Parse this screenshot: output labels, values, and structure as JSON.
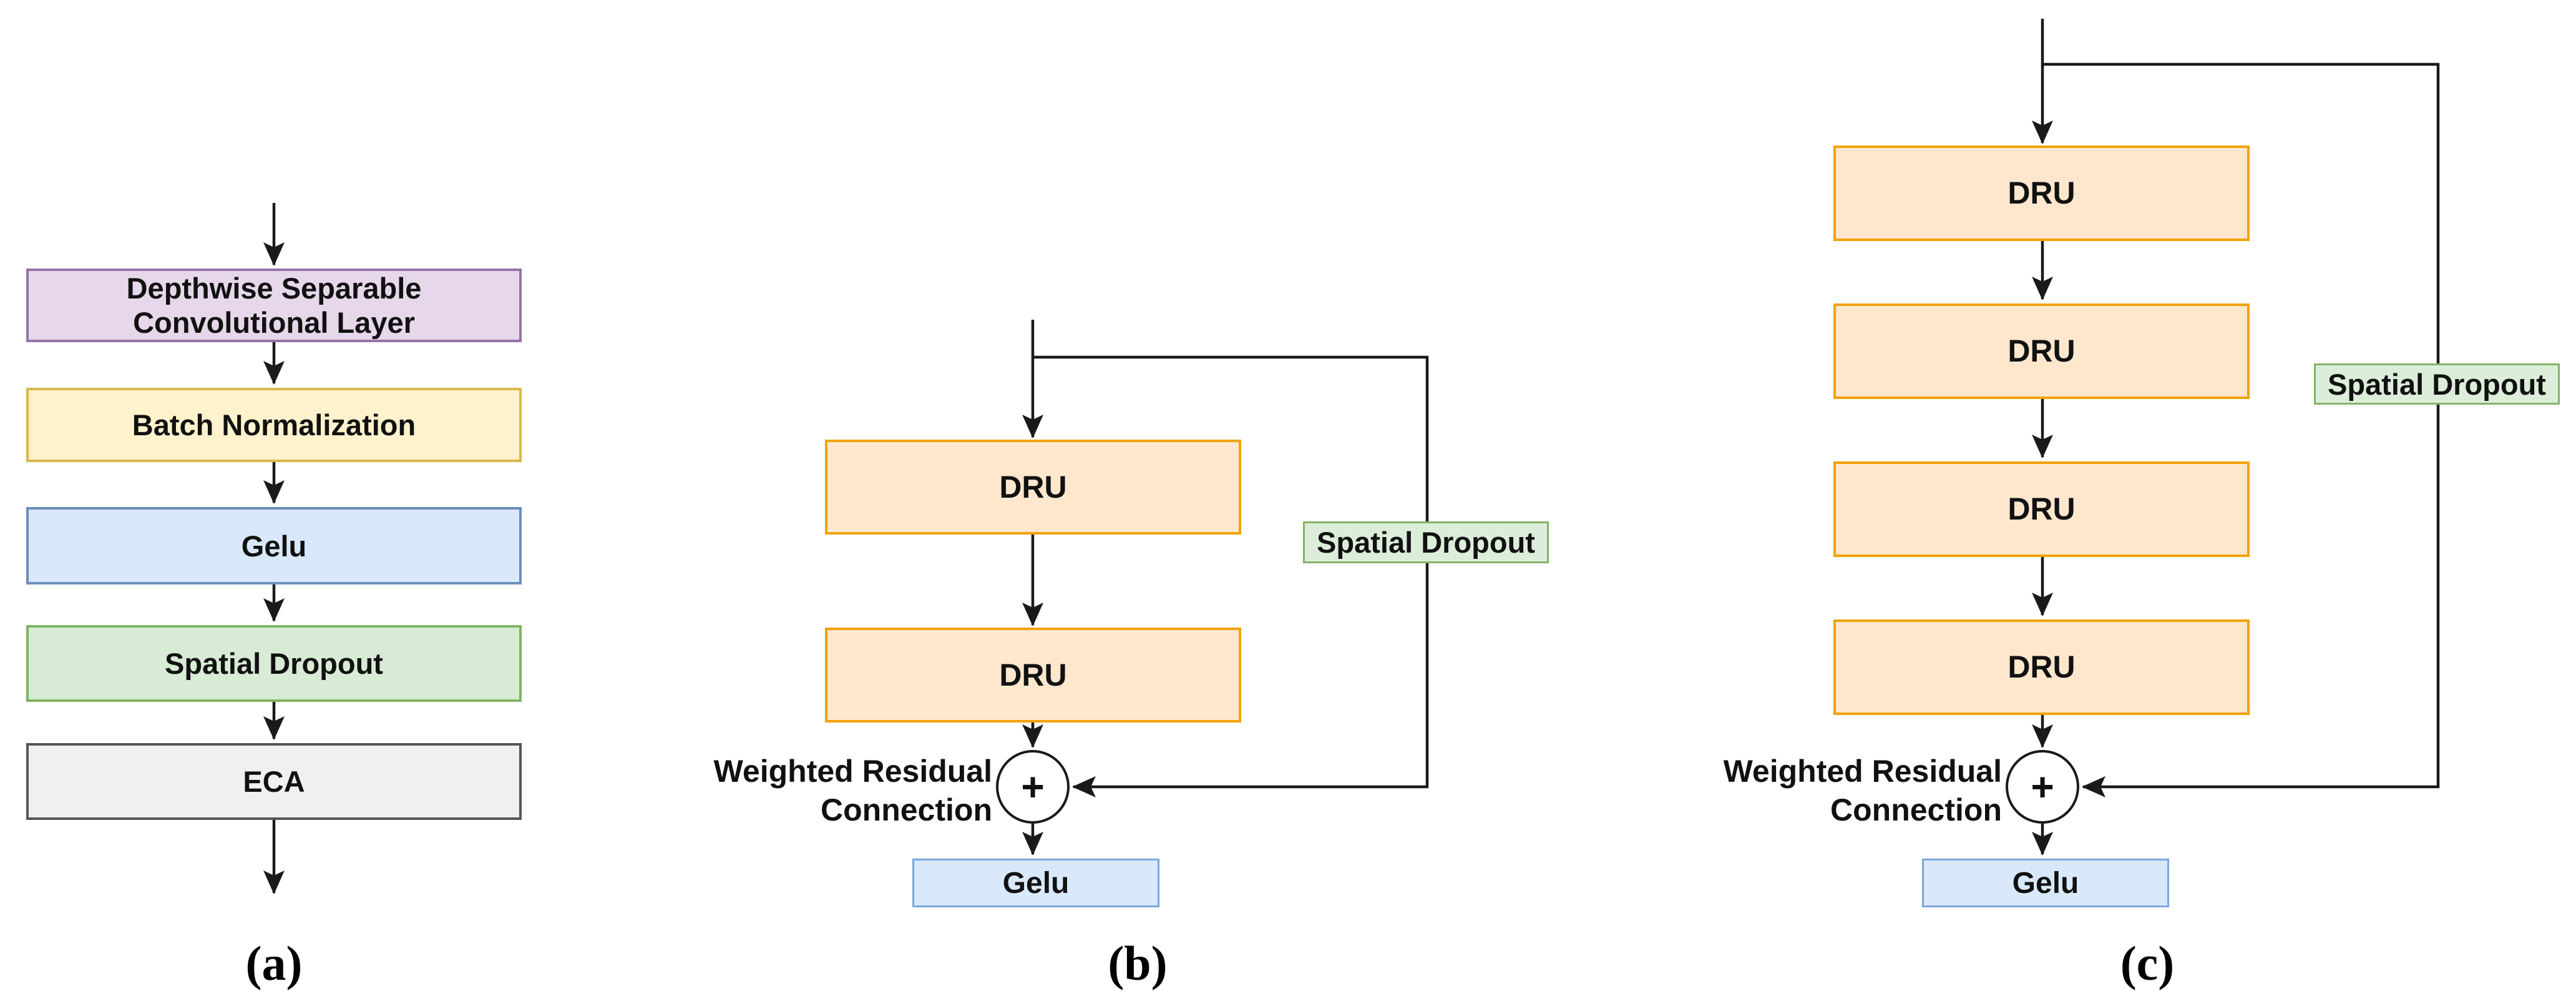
{
  "figure": {
    "type": "flowchart",
    "description": "Three neural-network block diagrams labeled (a), (b), (c)"
  },
  "colors": {
    "purple_fill": "#E7D7EB",
    "purple_border": "#9673A6",
    "yellow_fill": "#FFF2CC",
    "yellow_border": "#D9B84E",
    "blue_fill": "#DAE8FC",
    "blue_border": "#6C8EBF",
    "green_fill": "#D7EBD5",
    "green_border": "#82B366",
    "gray_fill": "#F0F0F0",
    "gray_border": "#555555",
    "orange_fill": "#FFE7CE",
    "orange_border": "#F0A30A",
    "line": "#1A1A1A"
  },
  "diagram_a": {
    "caption": "(a)",
    "boxes": [
      {
        "label": "Depthwise Separable Convolutional Layer"
      },
      {
        "label": "Batch Normalization"
      },
      {
        "label": "Gelu"
      },
      {
        "label": "Spatial Dropout"
      },
      {
        "label": "ECA"
      }
    ]
  },
  "diagram_b": {
    "caption": "(b)",
    "dru1": "DRU",
    "dru2": "DRU",
    "skip_box": "Spatial Dropout",
    "residual_line1": "Weighted Residual",
    "residual_line2": "Connection",
    "plus": "+",
    "output": "Gelu"
  },
  "diagram_c": {
    "caption": "(c)",
    "dru1": "DRU",
    "dru2": "DRU",
    "dru3": "DRU",
    "dru4": "DRU",
    "skip_box": "Spatial Dropout",
    "residual_line1": "Weighted Residual",
    "residual_line2": "Connection",
    "plus": "+",
    "output": "Gelu"
  }
}
